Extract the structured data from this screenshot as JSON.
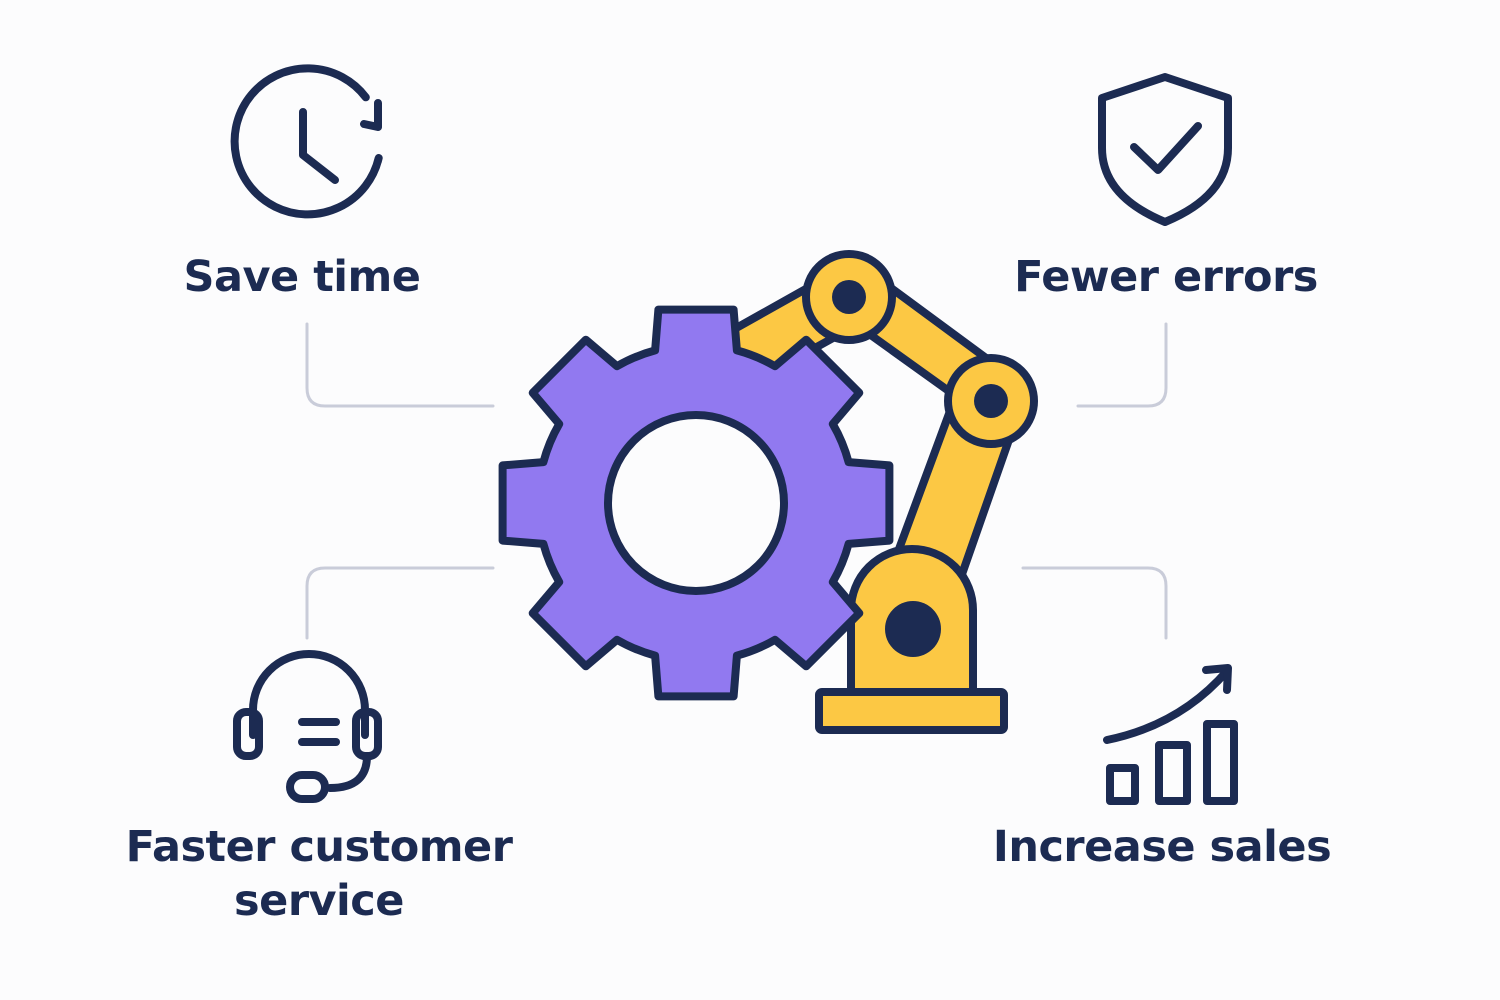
{
  "benefits": {
    "save_time": "Save time",
    "fewer_errors": "Fewer errors",
    "faster_service_line1": "Faster customer",
    "faster_service_line2": "service",
    "increase_sales": "Increase sales"
  },
  "colors": {
    "outline": "#1c2b52",
    "gear_fill": "#9179f0",
    "arm_fill": "#fcc844",
    "connector": "#c9ccd9",
    "background": "#fcfcfd"
  },
  "icons": {
    "top_left": "clock-refresh-icon",
    "top_right": "shield-check-icon",
    "bottom_left": "headset-icon",
    "bottom_right": "bar-chart-growth-icon",
    "center": "gear-robot-arm-icon"
  }
}
